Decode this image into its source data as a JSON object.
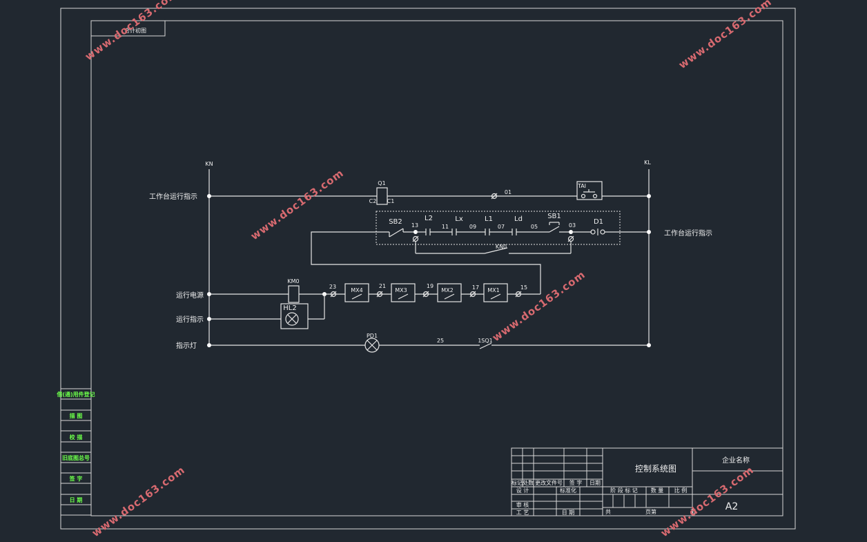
{
  "drawing": {
    "corner_tag": "合计初图",
    "rail_left": "KN",
    "rail_right": "KL",
    "title": "控制系统图",
    "company": "企业名称",
    "sheet_size": "A2"
  },
  "left_labels": {
    "row1": "工作台运行指示",
    "row_motor": "运行电源",
    "row_run": "运行指示",
    "row_lamp": "指示灯"
  },
  "right_labels": {
    "row2": "工作台运行指示"
  },
  "components": {
    "q1": "Q1",
    "c2": "C2",
    "c1": "C1",
    "n01": "01",
    "tai": "TAI",
    "sb2": "SB2",
    "n13": "13",
    "l2": "L2",
    "n11": "11",
    "lx": "Lx",
    "n09": "09",
    "l1": "L1",
    "n07": "07",
    "ld": "Ld",
    "n05": "05",
    "sb1": "SB1",
    "n03": "03",
    "d1": "D1",
    "kn0": "KN0",
    "km0": "KM0",
    "n23": "23",
    "mx4": "MX4",
    "n21": "21",
    "mx3": "MX3",
    "n19": "19",
    "mx2": "MX2",
    "n17": "17",
    "mx1": "MX1",
    "n15": "15",
    "hl2": "HL2",
    "pd1": "PD1",
    "n25": "25",
    "sq1": "1SQ1"
  },
  "side_panel": [
    "借(通)用件登记",
    "描  图",
    "校  描",
    "旧底图总号",
    "签  字",
    "日  期"
  ],
  "title_block": {
    "row_headers": [
      "标记",
      "处数",
      "更改文件号",
      "签  字",
      "日期"
    ],
    "design": "设  计",
    "standard": "标准化",
    "review": "审  核",
    "process": "工  艺",
    "date": "日  期",
    "stage_headers": [
      "阶  段  标  记",
      "数  量",
      "比  例"
    ],
    "total": "共",
    "page": "页第",
    "page_end": "页"
  },
  "watermarks": [
    "www.doc163.com",
    "www.doc163.com",
    "www.doc163.com",
    "www.doc163.com",
    "www.doc163.com",
    "www.doc163.com"
  ]
}
